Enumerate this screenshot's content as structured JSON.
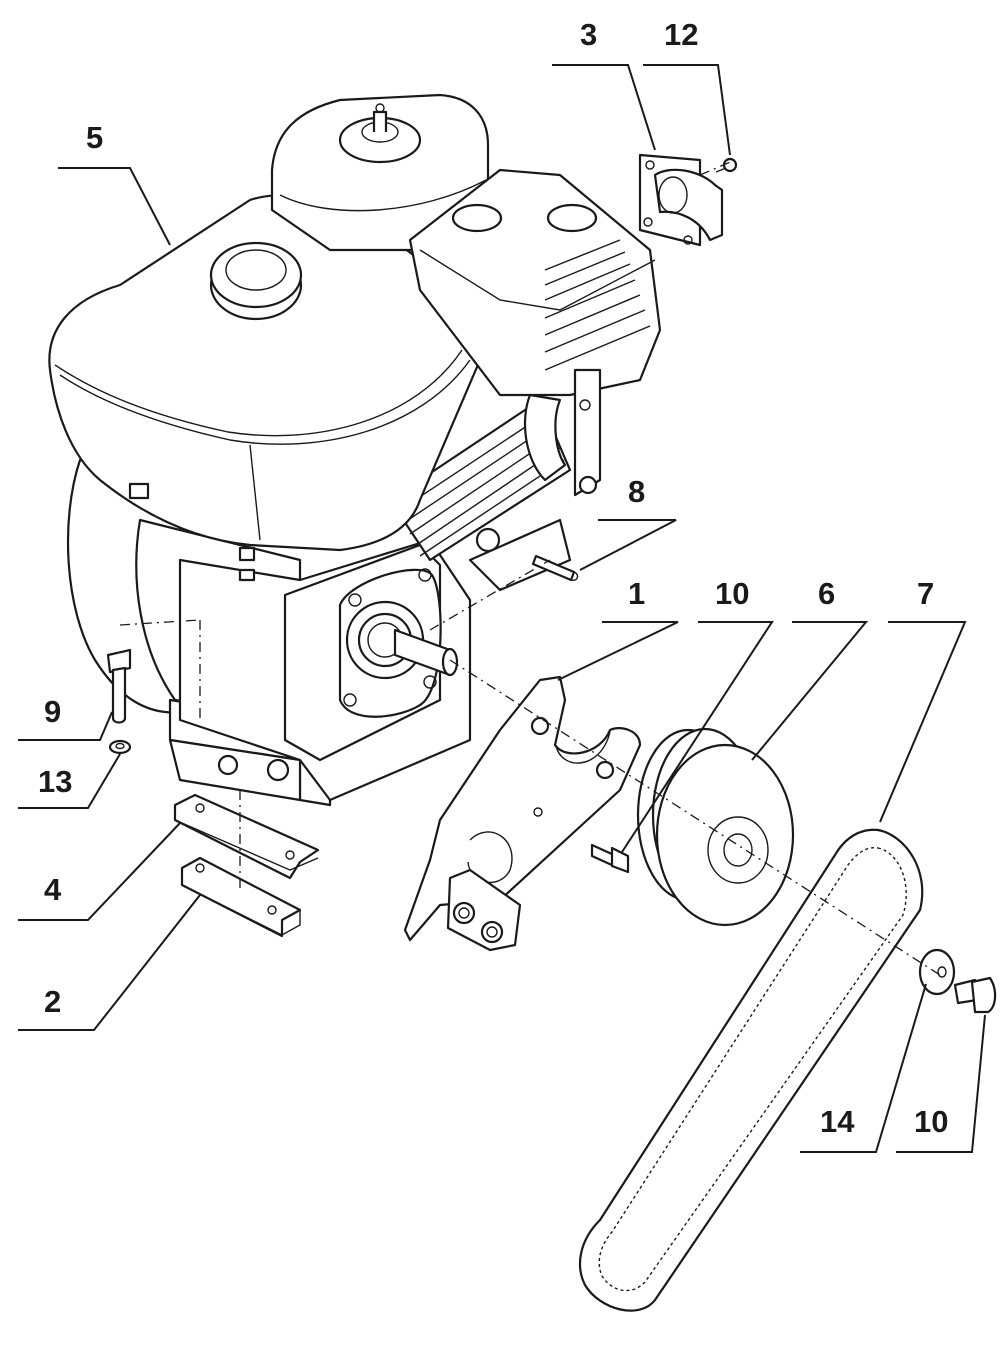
{
  "callouts": {
    "c1": "1",
    "c2": "2",
    "c3": "3",
    "c4": "4",
    "c5": "5",
    "c6": "6",
    "c7": "7",
    "c8": "8",
    "c9": "9",
    "c10a": "10",
    "c10b": "10",
    "c12": "12",
    "c13": "13",
    "c14": "14"
  },
  "colors": {
    "ink": "#1a1a1a",
    "paper": "#ffffff"
  }
}
